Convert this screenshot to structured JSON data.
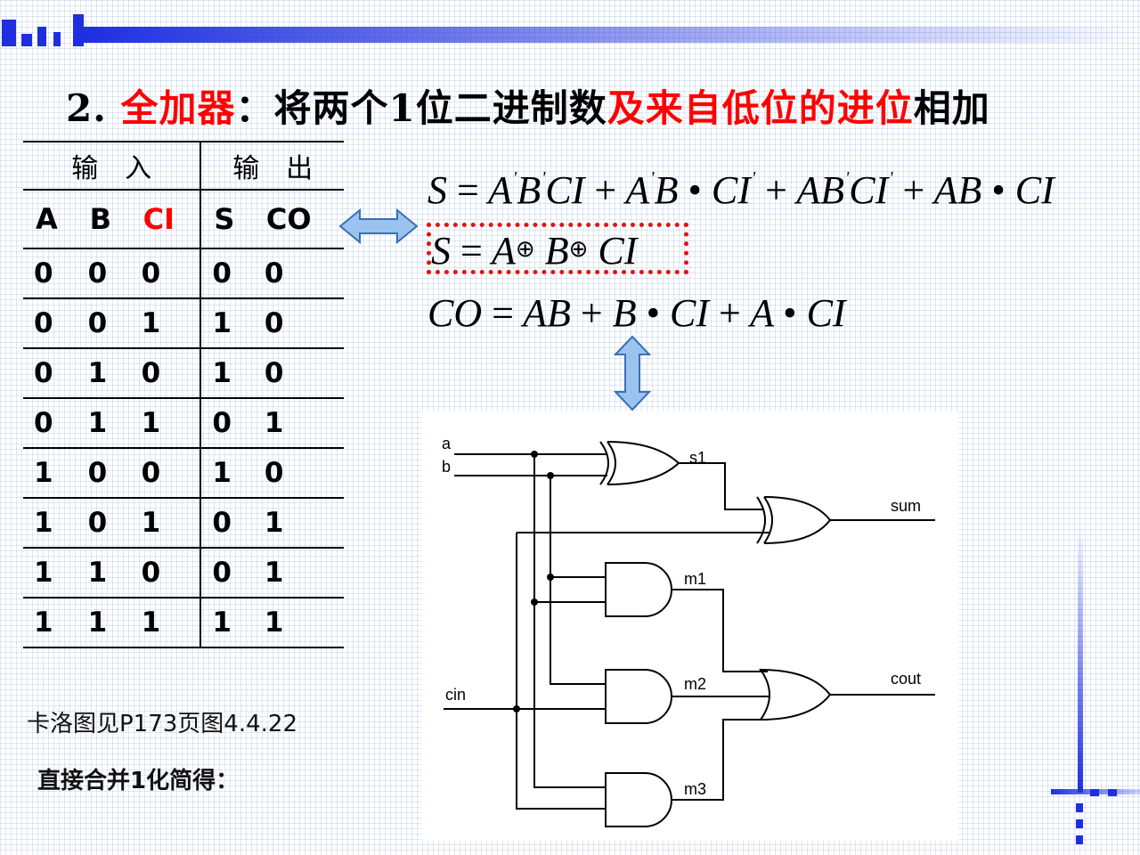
{
  "title": {
    "number": "2.",
    "term": "全加器",
    "text_before": "：将两个1位二进制数",
    "highlight": "及来自低位的进位",
    "text_after": "相加"
  },
  "truth_table": {
    "group_input": "输　入",
    "group_output": "输　出",
    "headers": [
      "A",
      "B",
      "CI",
      "S",
      "CO"
    ],
    "rows": [
      [
        "0",
        "0",
        "0",
        "0",
        "0"
      ],
      [
        "0",
        "0",
        "1",
        "1",
        "0"
      ],
      [
        "0",
        "1",
        "0",
        "1",
        "0"
      ],
      [
        "0",
        "1",
        "1",
        "0",
        "1"
      ],
      [
        "1",
        "0",
        "0",
        "1",
        "0"
      ],
      [
        "1",
        "0",
        "1",
        "0",
        "1"
      ],
      [
        "1",
        "1",
        "0",
        "0",
        "1"
      ],
      [
        "1",
        "1",
        "1",
        "1",
        "1"
      ]
    ]
  },
  "equations": {
    "sum_of_products": "S = A'B'CI + A'B•CI' + AB'CI' + AB•CI",
    "xor_form": "S = A⊕B⊕CI",
    "carry": "CO = AB + B•CI + A•CI"
  },
  "notes": {
    "kmap_ref": "卡洛图见P173页图4.4.22",
    "simplify": "直接合并1化简得："
  },
  "circuit": {
    "inputs": [
      "a",
      "b",
      "cin"
    ],
    "nodes": [
      "s1",
      "m1",
      "m2",
      "m3"
    ],
    "outputs": [
      "sum",
      "cout"
    ]
  },
  "colors": {
    "title_red": "#ff0000",
    "dotted_box": "#e81010",
    "arrow_fill": "#9cc3f0",
    "arrow_stroke": "#3a6fb5",
    "deco_blue": "#1f2fe0"
  }
}
